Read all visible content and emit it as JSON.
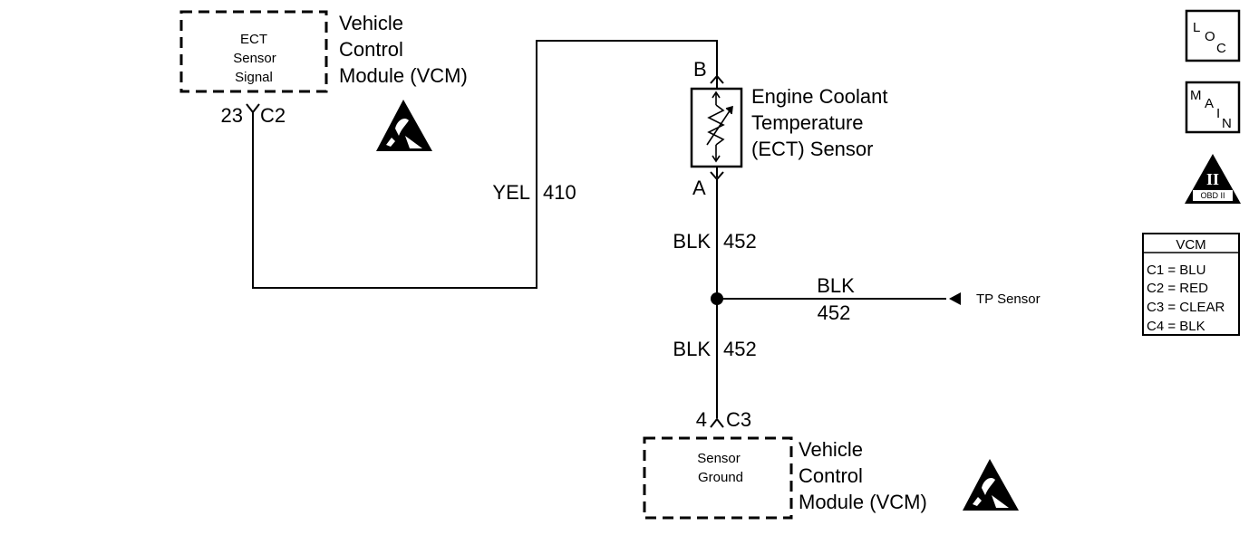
{
  "vcm_top": {
    "signal_box": [
      "ECT",
      "Sensor",
      "Signal"
    ],
    "module_label": [
      "Vehicle",
      "Control",
      "Module (VCM)"
    ],
    "pin": "23",
    "connector": "C2"
  },
  "ect_sensor": {
    "label": [
      "Engine Coolant",
      "Temperature",
      "(ECT) Sensor"
    ],
    "terminal_top": "B",
    "terminal_bottom": "A"
  },
  "wires": {
    "signal_color": "YEL",
    "signal_circuit": "410",
    "ground_upper_color": "BLK",
    "ground_upper_circuit": "452",
    "ground_lower_color": "BLK",
    "ground_lower_circuit": "452",
    "branch_color": "BLK",
    "branch_circuit": "452",
    "branch_destination": "TP Sensor"
  },
  "vcm_bottom": {
    "ground_box": [
      "Sensor",
      "Ground"
    ],
    "module_label": [
      "Vehicle",
      "Control",
      "Module (VCM)"
    ],
    "pin": "4",
    "connector": "C3"
  },
  "icons": {
    "loc": [
      "L",
      "O",
      "C"
    ],
    "main": [
      "M",
      "A",
      "I",
      "N"
    ],
    "obd": {
      "numeral": "II",
      "text": "OBD II"
    }
  },
  "legend": {
    "title": "VCM",
    "rows": [
      "C1 = BLU",
      "C2 = RED",
      "C3 = CLEAR",
      "C4 = BLK"
    ]
  }
}
